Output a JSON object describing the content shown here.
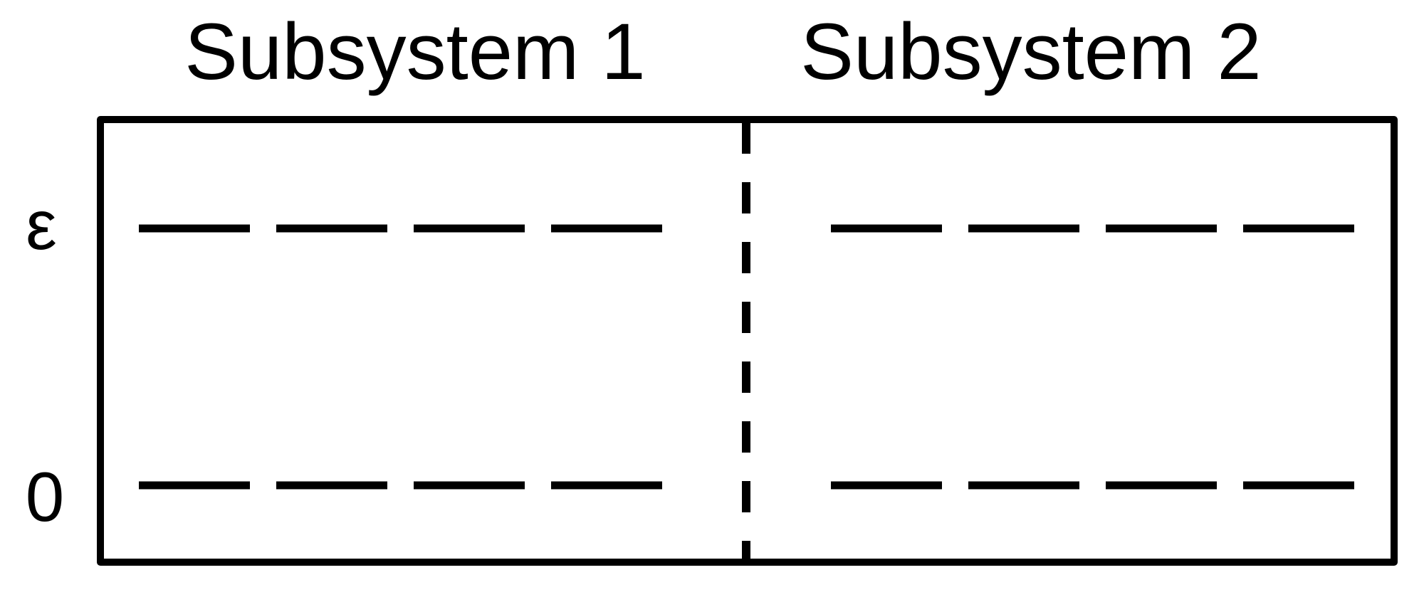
{
  "subsystems": [
    {
      "label": "Subsystem 1",
      "levels": [
        {
          "energy": "ε",
          "states": 4
        },
        {
          "energy": "0",
          "states": 4
        }
      ]
    },
    {
      "label": "Subsystem 2",
      "levels": [
        {
          "energy": "ε",
          "states": 4
        },
        {
          "energy": "0",
          "states": 4
        }
      ]
    }
  ],
  "energy_labels": [
    "ε",
    "0"
  ],
  "divider": "dashed",
  "colors": {
    "ink": "#000000",
    "background": "#ffffff"
  }
}
